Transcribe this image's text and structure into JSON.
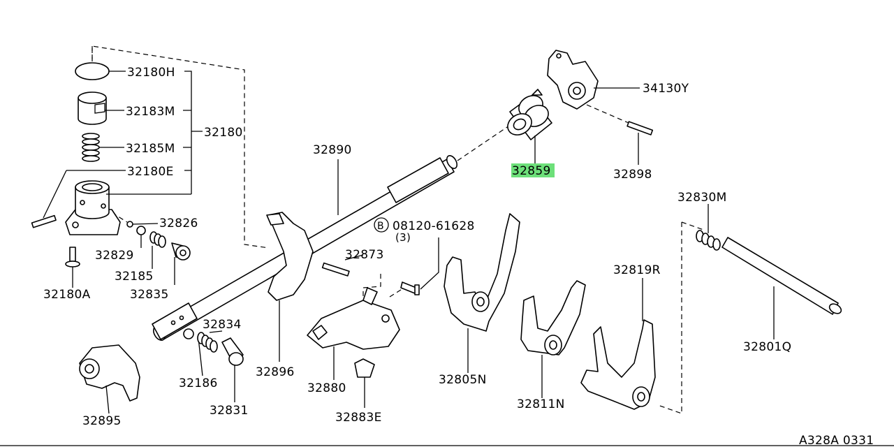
{
  "diagram": {
    "ref_code": "A328A 0331",
    "highlight_color": "#6de07a",
    "highlighted_part": "32859",
    "labels": {
      "p32180H": "32180H",
      "p32183M": "32183M",
      "p32185M": "32185M",
      "p32180": "32180",
      "p32180E": "32180E",
      "p32826": "32826",
      "p32829": "32829",
      "p32185": "32185",
      "p32835": "32835",
      "p32180A": "32180A",
      "p32890": "32890",
      "p32859_hl": "3285",
      "p32859_rest": "9",
      "p34130Y": "34130Y",
      "p32898": "32898",
      "p32830M": "32830M",
      "bolt_letter": "B",
      "bolt_number": "08120-61628",
      "bolt_qty": "(3)",
      "p32873": "32873",
      "p32819R": "32819R",
      "p32834": "32834",
      "p32896": "32896",
      "p32801Q": "32801Q",
      "p32186": "32186",
      "p32880": "32880",
      "p32805N": "32805N",
      "p32811N": "32811N",
      "p32895": "32895",
      "p32831": "32831",
      "p32883E": "32883E"
    }
  }
}
